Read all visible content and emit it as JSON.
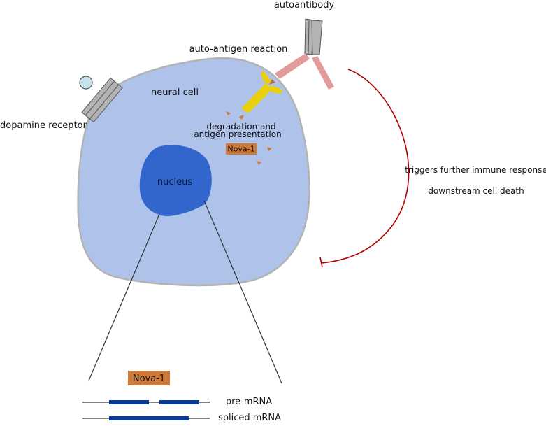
{
  "labels": {
    "autoantibody": "autoantibody",
    "auto_antigen_reaction": "auto-antigen reaction",
    "neural_cell": "neural cell",
    "dopamine_receptor": "dopamine receptor",
    "degradation_line1": "degradation and",
    "degradation_line2": "antigen presentation",
    "nova_small": "Nova-1",
    "nucleus": "nucleus",
    "triggers": "triggers further immune response",
    "cell_death": "downstream cell death",
    "nova_gene": "Nova-1",
    "pre_mrna": "pre-mRNA",
    "spliced_mrna": "spliced mRNA"
  },
  "colors": {
    "cell_fill": "#aec2ea",
    "cell_stroke": "#b3b3b3",
    "nucleus_fill": "#3366cc",
    "receptor_gray": "#b3b3b3",
    "receptor_ball": "#c6e2ea",
    "antigen_yellow": "#e8d10c",
    "antibody_pink": "#e39a9a",
    "nova_box": "#d07a3a",
    "inhibit_red": "#b00000",
    "exon_blue": "#0a3a99"
  }
}
